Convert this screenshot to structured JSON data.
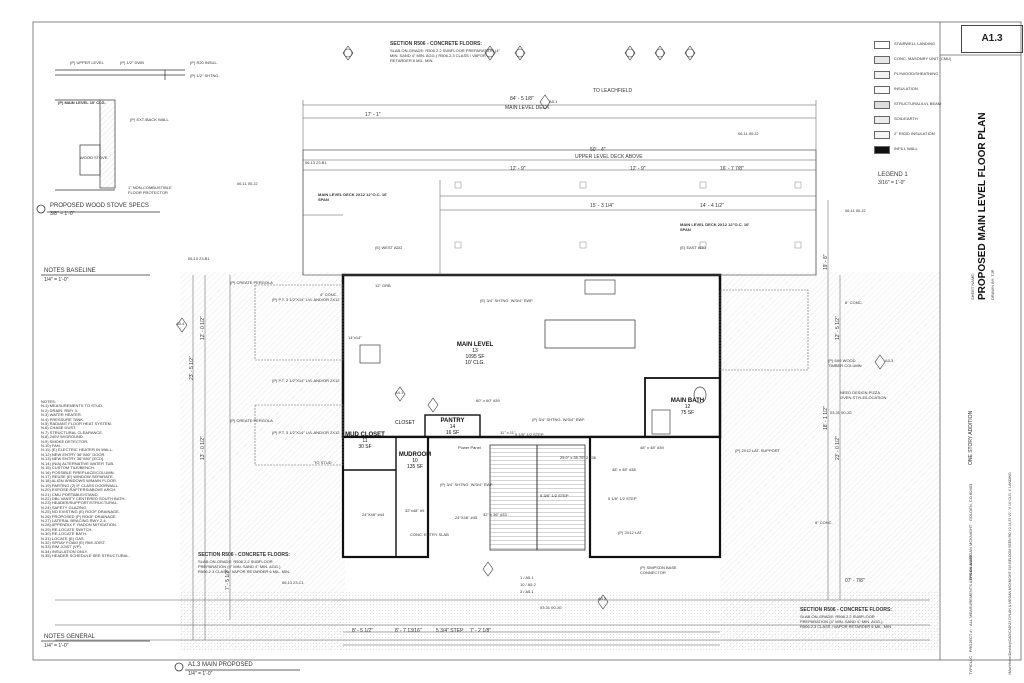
{
  "sheet": {
    "number": "A1.3",
    "title": "PROPOSED MAIN LEVEL FLOOR PLAN",
    "drawn_by": "DRAWN BY: TJP",
    "sheet_name_label": "SHEET NAME:",
    "project_type": "ONE STORY ADDITION",
    "client_block": "DYLAN & MEGAN MCKNIGHT  ·  GOLDEN, CO 80403",
    "firm_block": "TYPICLLC  ·  PROJECT #:  ·  ALL MEASUREMENTS APPROXIMATE",
    "file_path": "\\\\Mac\\Home\\Desktop\\CAD\\CAD\\23 DYLAN & MEGAN MCKNIGHT 616 BELDOM SEEN RD 10.14.23 V2 - V 10' CLG. 4' LANDING"
  },
  "legend": {
    "title": "LEGEND 1",
    "scale": "3/16\" = 1'-0\"",
    "items": [
      {
        "label": "STAIRWELL LANDING",
        "fill": "#ffffff"
      },
      {
        "label": "CONC. MASONRY UNIT (CMU)",
        "fill": "#e8e8e8"
      },
      {
        "label": "PLYWOOD/SHEATHING",
        "fill": "#f2f2f2"
      },
      {
        "label": "INSULATION",
        "fill": "#fafafa"
      },
      {
        "label": "STRUCTURAL/LVL BEAM",
        "fill": "#dddddd"
      },
      {
        "label": "SOIL/EARTH",
        "fill": "#ececec"
      },
      {
        "label": "2\" RIGID INSULATION",
        "fill": "#f5f5f5"
      },
      {
        "label": "INFILL WALL",
        "fill": "#111111"
      }
    ]
  },
  "details": {
    "stove_title": "PROPOSED WOOD STOVE SPECS",
    "stove_scale": "3/8\" = 1'-0\"",
    "stove_labels": [
      "(P) UPPER LEVEL",
      "(P) 1/2\" DWB",
      "(P) R20 INSUL.",
      "(P) 1/2\" SHTNG.",
      "(P) MAIN LEVEL 10' CLG.",
      "(P) EXT./BACK WALL",
      "WOOD STOVE",
      "1\" NON-COMBUSTIBLE FLOOR PROTECTOR"
    ],
    "baseline_title": "NOTES BASELINE",
    "baseline_scale": "1/4\" = 1'-0\"",
    "general_title": "NOTES GENERAL",
    "general_scale": "1/4\" = 1'-0\"",
    "main_plan_title": "A1.3 MAIN PROPOSED",
    "main_plan_scale": "1/4\" = 1'-0\""
  },
  "notes": [
    "NOTES:",
    "N.1) MEASUREMENTS TO STUD.",
    "N.2) DRAIN. RWY 3.",
    "N.3) WATER HEATER.",
    "N.4) PRESSURE TANK.",
    "N.5) RADIANT FLOOR HEAT SYSTEM.",
    "N.6) CHASE DUST.",
    "N.7) STRUCTURAL CLEARANCE.",
    "N.8) 240V W/GROUND.",
    "N.9) SMOKE DETECTOR.",
    "N.10) FAN.",
    "N.11) (E) ELECTRIC HEATER IN WALL.",
    "N.12) NEW ENTRY 36\"X80\" DOOR.",
    "N.13) NEW ENTRY 36\"X80\" [ECD].",
    "N.14) (N/A) ALTERNATIVE WATER TUB.",
    "N.15) CUSTOM TILE/BENCH.",
    "N.16) POSSIBLE FIREPLACE/COLUMN.",
    "N.17) REUSE (E) WINDOW SEPARATE.",
    "N.18) ALIGN WINDOWS W/MAIN FLOOR.",
    "N.19) PARTING (2) IF CLASS DOORWALL.",
    "N.20) EXPOSE RAFTERS/ABOVE ARCH.",
    "N.21) CMU PORTABLE/STAND.",
    "N.22) DBL VANITY CENTERED SOUTH BATH.",
    "N.23) HEADER/SUPPORT/STRUCTURAL.",
    "N.24) SAFETY GLAZING.",
    "N.25) NO EXISTING (E) ROOF DRAINAGE.",
    "N.26) PROPOSED (P) ROOF DRAINAGE.",
    "N.27) LATERAL BRACING RWY 2.4.",
    "N.28) APPENDIX F. RADON MITIGATION.",
    "N.29) RE-LOCATE SWITCH.",
    "N.30) RE-LOCATE BATH.",
    "N.31) LOCATE (E) GAS.",
    "N.32) SPRAY FOAM (E) RIM JOIST.",
    "N.33) RIM JOIST (VP).",
    "N.34) INSULATION ONLY.",
    "N.35) HEADER SCHEDULE SEE STRUCTURAL."
  ],
  "rooms": [
    {
      "name": "MAIN LEVEL",
      "num": "13",
      "area": "1095 SF",
      "clg": "10' CLG."
    },
    {
      "name": "PANTRY",
      "num": "14",
      "area": "16 SF"
    },
    {
      "name": "MUD CLOSET",
      "num": "11",
      "area": "30 SF"
    },
    {
      "name": "MUDROOM",
      "num": "10",
      "area": "135 SF"
    },
    {
      "name": "MAIN BATH",
      "num": "12",
      "area": "75 SF"
    },
    {
      "name": "CLOSET"
    }
  ],
  "sections": {
    "top": {
      "title": "SECTION R506 - CONCRETE FLOORS:",
      "body": "SLAB-ON-GRADE: R506.2.2 SUBFLOOR PREPARATION (4\" MIN. SAND 4\" MIN. AGG.) R506.2.3 CLASS / VAPOR RETARDER 6 MIL. MIN."
    },
    "left": {
      "title": "SECTION R506 - CONCRETE FLOORS:",
      "body": "SLAB-ON-GRADE: R506.2.2 SUBFLOOR PREPARATION (4\" MIN. SAND 4\" MIN. AGG.) R506.2.3 CLASS / VAPOR RETARDER 6 MIL. MIN."
    },
    "right": {
      "title": "SECTION R506 - CONCRETE FLOORS:",
      "body": "SLAB-ON-GRADE: R506.2.2 SUBFLOOR PREPARATION (4\" MIN. SAND 4\" MIN. AGG.) R506.2.3 CLASS / VAPOR RETARDER 6 MIL. MIN."
    }
  },
  "labels": {
    "to_leachfield": "TO LEACHFIELD",
    "main_level_deck": "MAIN LEVEL DECK",
    "upper_deck_above": "UPPER LEVEL DECK ABOVE",
    "deck_span_left": "MAIN LEVEL DECK 2X12 12\"O.C. 16' SPAN",
    "deck_span_right": "MAIN LEVEL DECK 2X12 12\"O.C. 16' SPAN",
    "west_add": "(E) WEST ADD",
    "east_add": "(E) EAST ADD",
    "create_pergola": "(P) CREATE PERGOLA",
    "create_pergola2": "(P) CREATE PERGOLA",
    "lvl_beam_1": "(P) P.T. 3 1/2\"X14\" LVL AND/OR 2X12",
    "lvl_beam_2": "(P) P.T. 2 1/2\"X14\" LVL AND/OR 2X12",
    "lvl_beam_3": "(P) P.T. 3 1/2\"X14\" LVL AND/OR 2X12",
    "timber_column": "(P) 6X6 WOOD TIMBER COLUMN",
    "pizza_oven": "NEED DESIGN PIZZA OVEN STYLE/LOCATION",
    "conc_entry": "CONC. ENTRY SLAB",
    "simpson": "(P) SIMPSON BASE CONNECTOR",
    "step_a": "5 1/8\" 1/2 STEP",
    "step_b": "5 1/8\" 1/2 STEP",
    "shtng_1": "(E) 3/4\" SHTNG. W/3/4\" EWF.",
    "shtng_2": "(P) 3/4\" SHTNG. W/3/4\" EWF.",
    "shtng_3": "(P) 3/4\" SHTNG. W/3/4\" EWF.",
    "lat_support": "(P) 2X12 LAT. SUPPORT",
    "lat_2": "(P) 2X12 LAT.",
    "power_panel": "Power Panel",
    "to_stud": "TO STUD",
    "section_ref_stairs": "1 / A5.1",
    "section_ref_a": "10 / A5.2",
    "section_ref_b": "3 / A5.1",
    "ref_a32": "A3.2",
    "ref_a33": "A3.3",
    "ref_a41": "A4.1",
    "ref_a34": "A3.4",
    "ref_a51": "A5.1",
    "conc_1": "4\" CONC.",
    "conc_2": "6\" CONC.",
    "conc_3": "8\" CONC.",
    "rough_in": "12\" GRB"
  },
  "dims": {
    "top_overall": "50' - 4\"",
    "top_deck": "17' - 1\"",
    "top_a": "12' - 9\"",
    "top_b": "12' - 9\"",
    "top_c": "15' - 3 1/4\"",
    "top_d": "14' - 4 1/2\"",
    "top_e": "16' - 7 7/8\"",
    "top_f": "84' - 5 1/8\"",
    "bottom_a": "8' - 7 13/16\"",
    "bottom_b": "5 3/4\" STEP",
    "bottom_c": "8' - 5 1/2\"",
    "bottom_d": "7' - 2 1/8\"",
    "left_a": "23' - 5 1/2\"",
    "left_b": "12' - 0 1/2\"",
    "left_c": "13' - 0 1/2\"",
    "left_d": "7' - 5 1/2\"",
    "right_a": "19' - 8\"",
    "right_b": "12' - 5 1/2\"",
    "right_c": "23' - 0 1/2\"",
    "right_d": "07' - 7/8\"",
    "right_e": "18' - 1 1/2\"",
    "elev_a": "06.11 00.J2",
    "elev_b": "06.13 23.B1",
    "elev_c": "06.11 00.J2",
    "elev_d": "03.31 00.JG",
    "elev_e": "03.31 00.JG",
    "elev_f": "06.13 23.C1",
    "elev_g": "06.13 23.B1",
    "elev_h": "06.11 00.J2",
    "win_a": "60\" x 60\" #39",
    "win_b": "24\"X48\" #44",
    "win_c": "24\"X48\" #45",
    "win_d": "48\" x 48\" #38",
    "win_e": "25.0\" x 35.75\" 2 #36",
    "win_f": "32\" x 36\" #33",
    "win_g": "48\" x 48\" #39",
    "win_h": "32\"x48\" #9",
    "win_i": "14\"x14\"",
    "win_j": "11\" x 11\"",
    "win_k": "5 3/8\" 1/2 STEP"
  }
}
